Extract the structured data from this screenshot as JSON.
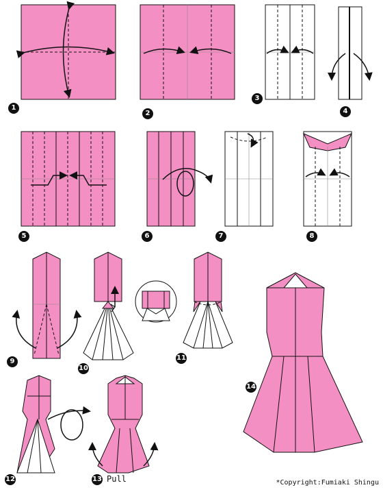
{
  "steps": [
    {
      "number": "1"
    },
    {
      "number": "2"
    },
    {
      "number": "3"
    },
    {
      "number": "4"
    },
    {
      "number": "5"
    },
    {
      "number": "6"
    },
    {
      "number": "7"
    },
    {
      "number": "8"
    },
    {
      "number": "9"
    },
    {
      "number": "10"
    },
    {
      "number": "11"
    },
    {
      "number": "12"
    },
    {
      "number": "13"
    },
    {
      "number": "14"
    }
  ],
  "labels": {
    "pull": "Pull"
  },
  "copyright": "*Copyright:Fumiaki Shingu",
  "colors": {
    "paper_pink": "#f48fc4",
    "paper_white": "#ffffff",
    "line": "#111111"
  }
}
